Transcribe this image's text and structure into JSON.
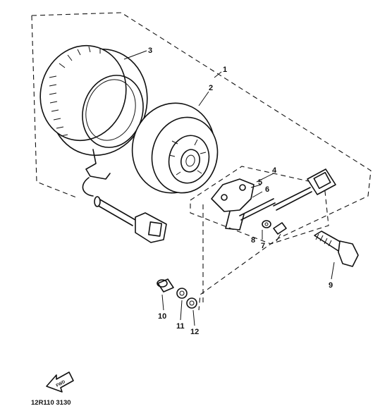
{
  "diagram": {
    "callouts": {
      "c1": "1",
      "c2": "2",
      "c3": "3",
      "c4": "4",
      "c5": "5",
      "c6": "6",
      "c7": "7",
      "c8": "8",
      "c9": "9",
      "c10": "10",
      "c11": "11",
      "c12": "12"
    },
    "figure_code": "12R110 3130",
    "fwd_label": "FWD"
  }
}
